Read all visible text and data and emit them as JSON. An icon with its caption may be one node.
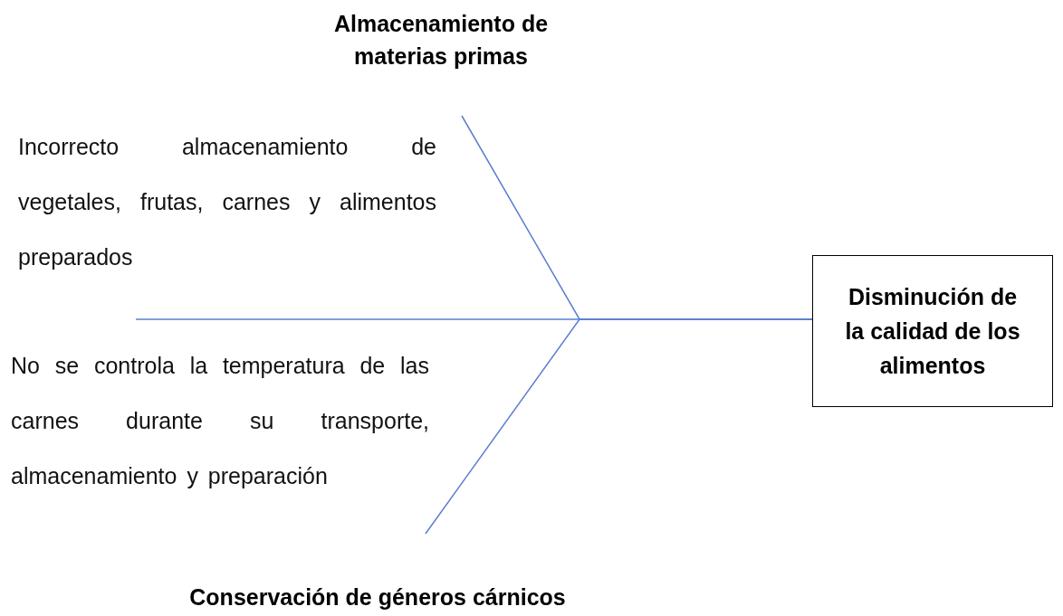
{
  "diagram": {
    "nodes": [
      {
        "text": [
          "Almacenamiento de materias primas"
        ]
      },
      {
        "text": [
          "Conservación de géneros cárnicos"
        ]
      },
      {
        "text": [
          "Disminución de la calidad de los alimentos"
        ]
      }
    ],
    "edges": [
      {
        "from": 0,
        "to": 2,
        "arrow": "none"
      },
      {
        "from": 1,
        "to": 2,
        "arrow": "none"
      },
      {
        "from": null,
        "to": 2,
        "arrow": "none"
      }
    ],
    "labels": [
      "Incorrecto almacenamiento de vegetales, frutas, carnes y alimentos preparados",
      "No se controla la temperatura de las carnes durante su transporte, almacenamiento y preparación"
    ]
  }
}
